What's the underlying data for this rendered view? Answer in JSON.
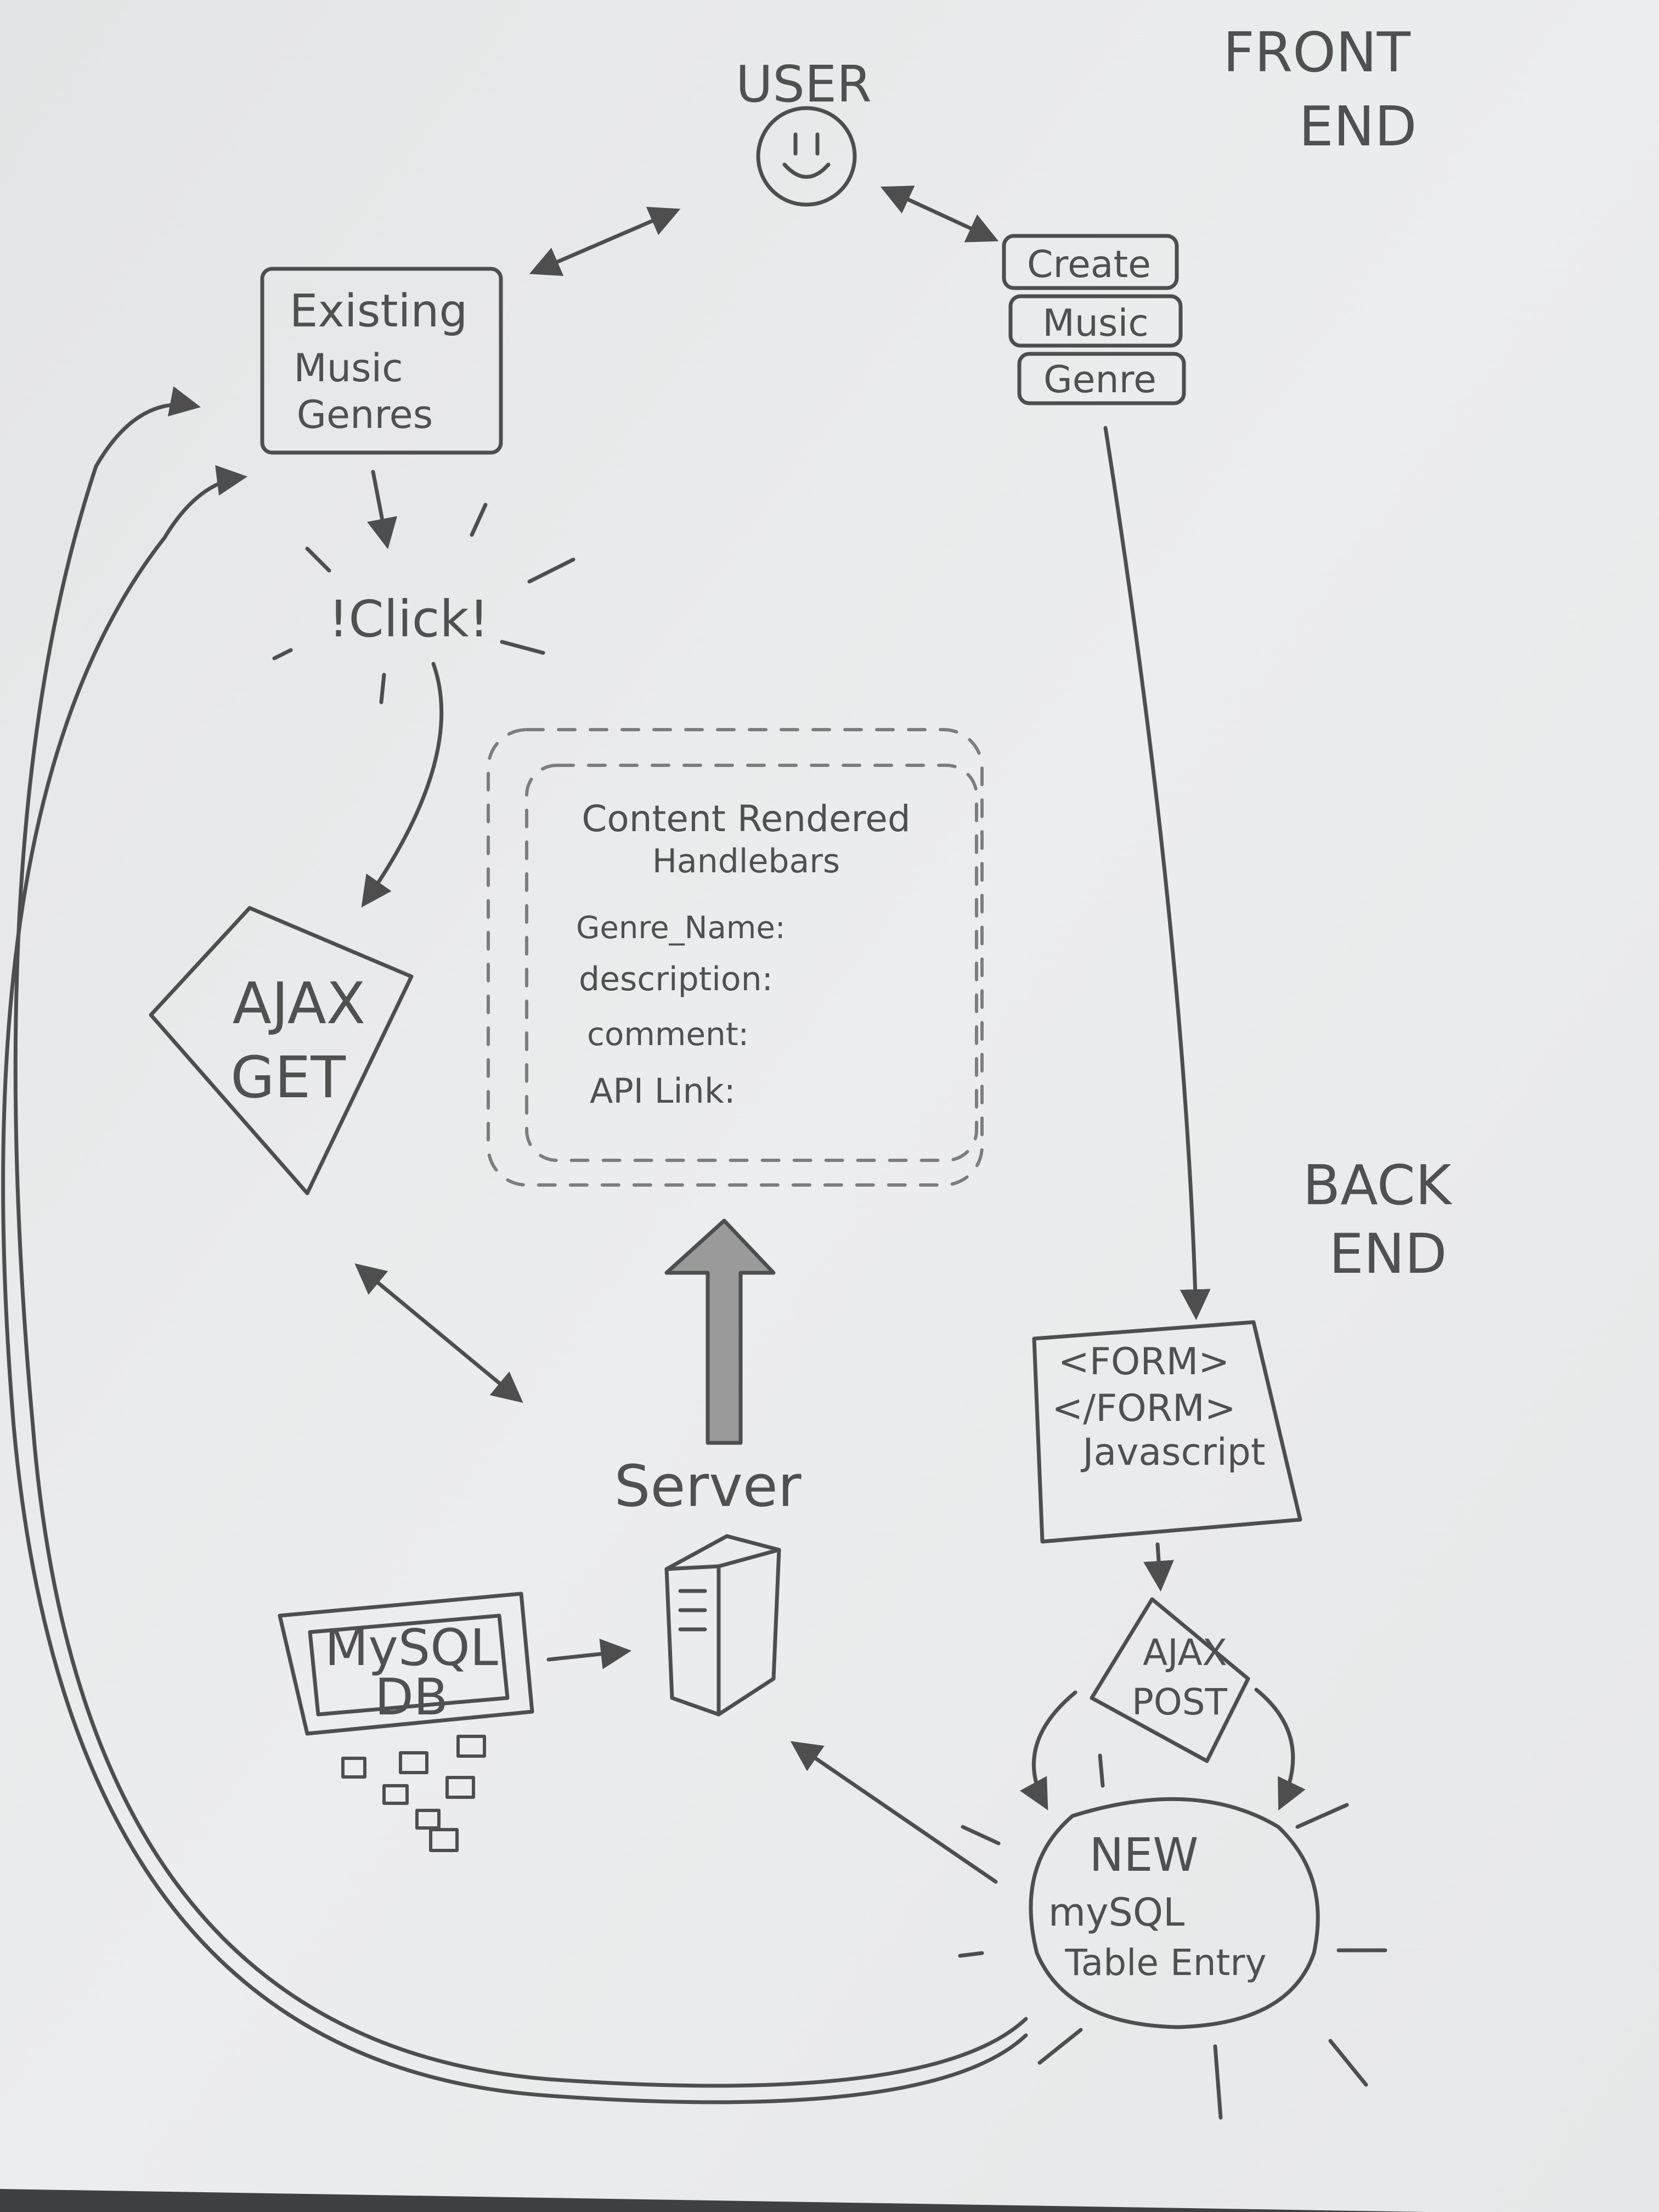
{
  "labels": {
    "user": "USER",
    "front_end": [
      "FRONT",
      "END"
    ],
    "back_end": [
      "BACK",
      "END"
    ],
    "existing_genres": [
      "Existing",
      "Music",
      "Genres"
    ],
    "create_buttons": [
      "Create",
      "Music",
      "Genre"
    ],
    "click": "!Click!",
    "ajax_get": [
      "AJAX",
      "GET"
    ],
    "content_title": [
      "Content Rendered",
      "Handlebars"
    ],
    "content_fields": [
      "Genre_Name:",
      "description:",
      "comment:",
      "API Link:"
    ],
    "server": "Server",
    "mysql_db": [
      "MySQL",
      "DB"
    ],
    "form": [
      "<FORM>",
      "</FORM>",
      "Javascript"
    ],
    "ajax_post": [
      "AJAX",
      "POST"
    ],
    "new_entry": [
      "NEW",
      "mySQL",
      "Table Entry"
    ]
  },
  "icons": {
    "user": "smiley-face-icon",
    "server": "server-tower-icon",
    "db_records": "record-squares-icon"
  },
  "colors": {
    "paper": "#e9eaeb",
    "pencil": "#4e4e4e",
    "dashed": "#7d7d7d",
    "desk": "#3f4042"
  }
}
